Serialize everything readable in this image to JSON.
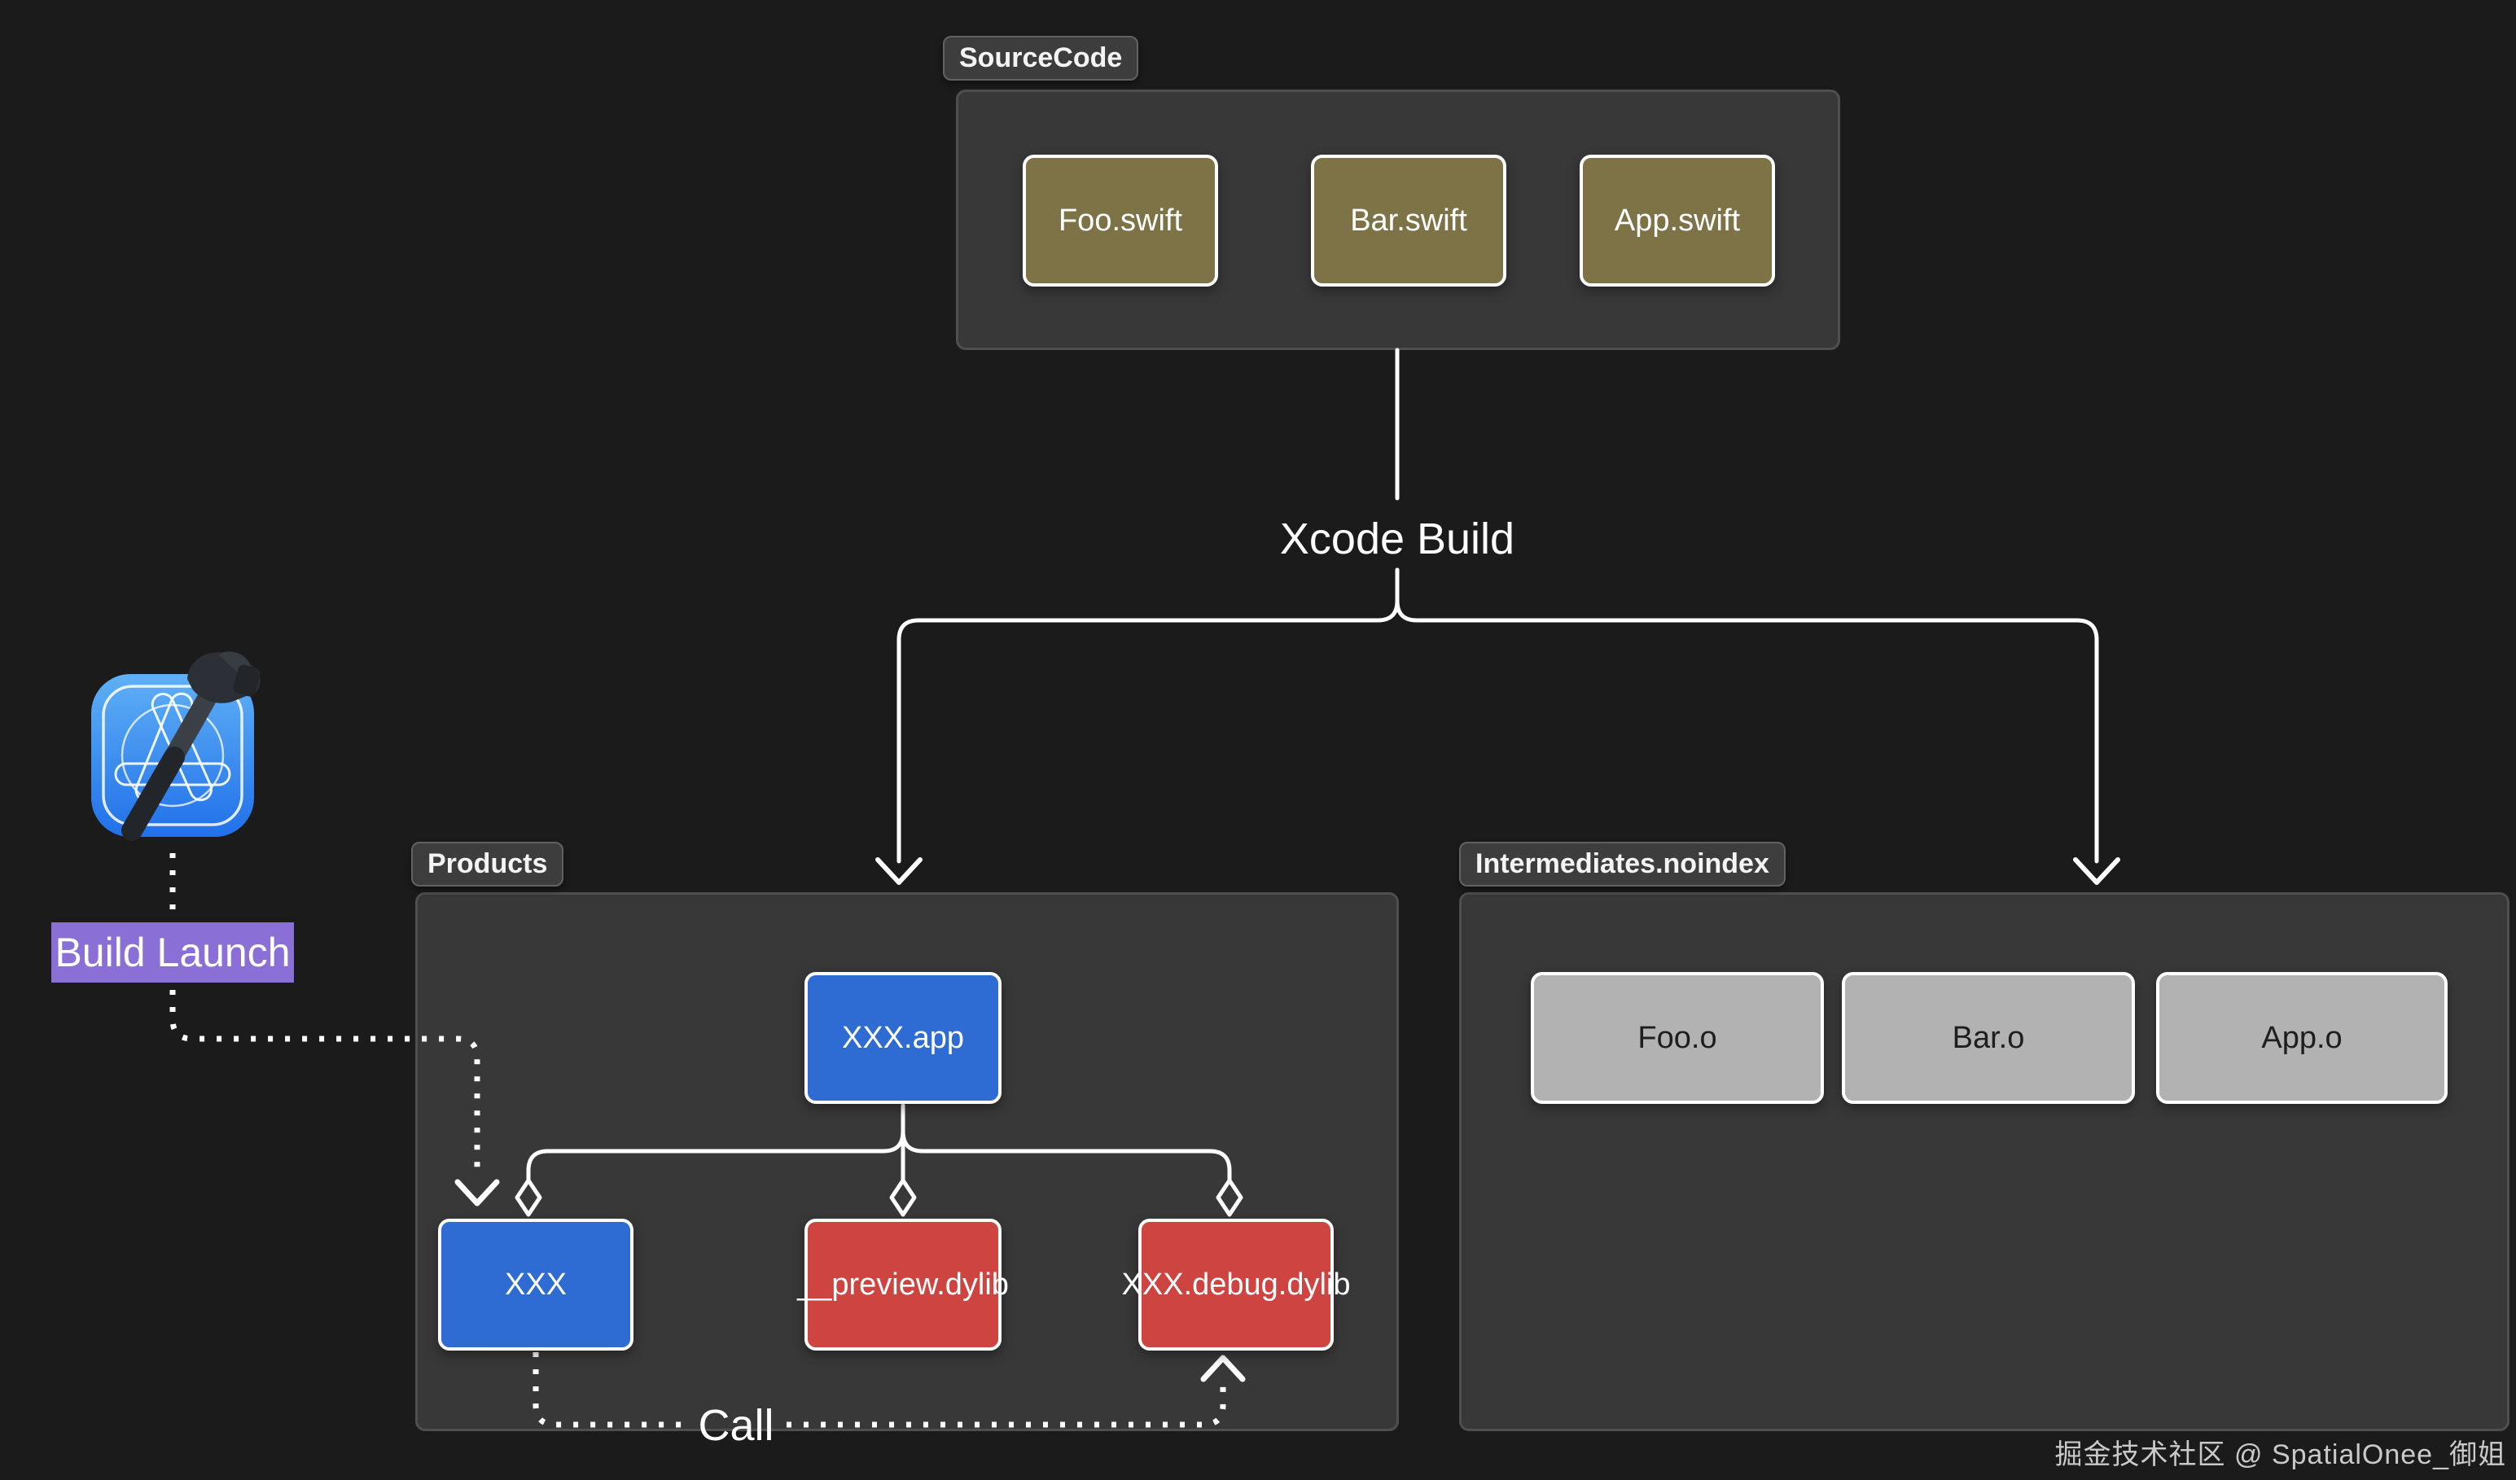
{
  "labels": {
    "build_edge": "Xcode Build",
    "launch": "Build Launch",
    "call": "Call"
  },
  "source": {
    "chip": "SourceCode",
    "files": [
      "Foo.swift",
      "Bar.swift",
      "App.swift"
    ]
  },
  "products": {
    "chip": "Products",
    "app": "XXX.app",
    "children": [
      "XXX",
      "__preview.dylib",
      "XXX.debug.dylib"
    ]
  },
  "intermediates": {
    "chip": "Intermediates.noindex",
    "objects": [
      "Foo.o",
      "Bar.o",
      "App.o"
    ]
  },
  "watermark": "掘金技术社区 @ SpatialOnee_御姐",
  "icons": {
    "xcode": "xcode-app-icon"
  },
  "colors": {
    "background": "#1b1b1b",
    "panel": "#383838",
    "panel_border": "#4f4f4f",
    "chip_bg": "#3d3d3d",
    "swift_box": "#7e7347",
    "blue_box": "#2e6bd2",
    "red_box": "#ce4440",
    "gray_box": "#b2b2b2",
    "purple_highlight": "#8a6fd6",
    "line": "#ffffff"
  }
}
